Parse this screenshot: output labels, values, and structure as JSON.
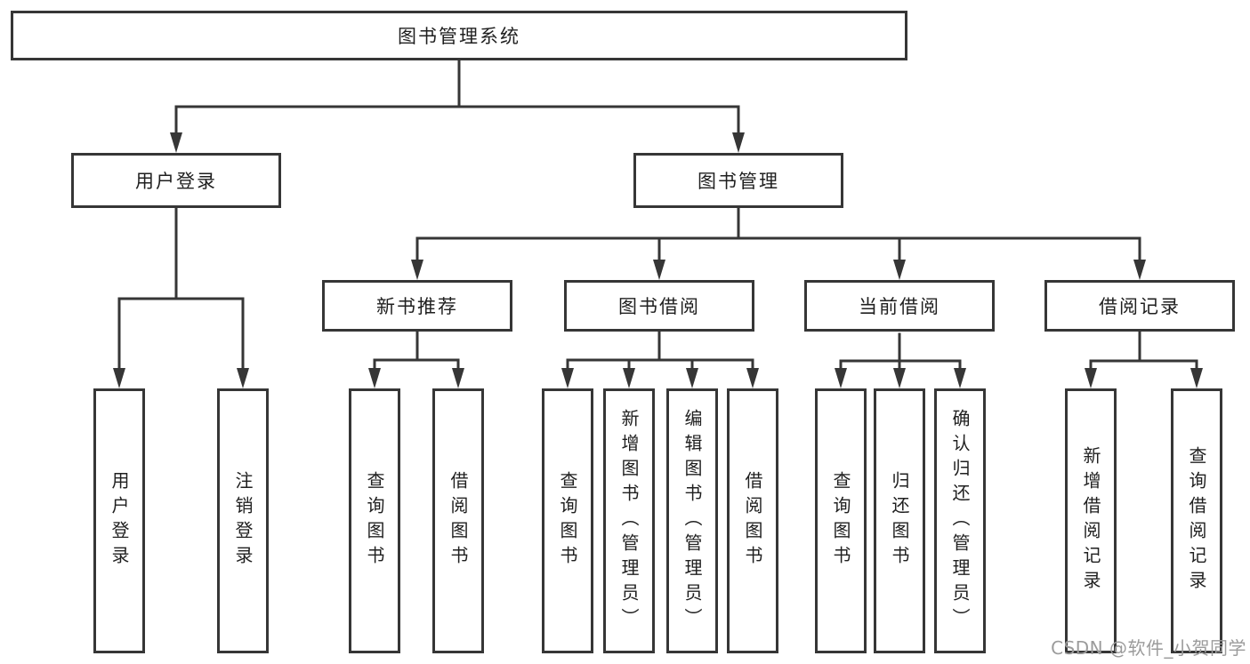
{
  "tree": {
    "root": {
      "label": "图书管理系统",
      "children": [
        {
          "label": "用户登录",
          "children": [
            {
              "label": "用户登录"
            },
            {
              "label": "注销登录"
            }
          ]
        },
        {
          "label": "图书管理",
          "children": [
            {
              "label": "新书推荐",
              "children": [
                {
                  "label": "查询图书"
                },
                {
                  "label": "借阅图书"
                }
              ]
            },
            {
              "label": "图书借阅",
              "children": [
                {
                  "label": "查询图书"
                },
                {
                  "label": "新增图书（管理员）"
                },
                {
                  "label": "编辑图书（管理员）"
                },
                {
                  "label": "借阅图书"
                }
              ]
            },
            {
              "label": "当前借阅",
              "children": [
                {
                  "label": "查询图书"
                },
                {
                  "label": "归还图书"
                },
                {
                  "label": "确认归还（管理员）"
                }
              ]
            },
            {
              "label": "借阅记录",
              "children": [
                {
                  "label": "新增借阅记录"
                },
                {
                  "label": "查询借阅记录"
                }
              ]
            }
          ]
        }
      ]
    }
  },
  "watermark": {
    "text": "CSDN @软件_小贺同学"
  },
  "colors": {
    "line": "#363636",
    "box_border": "#363636",
    "text": "#1f1f1f",
    "watermark": "#9b9b9b",
    "background": "#ffffff"
  }
}
